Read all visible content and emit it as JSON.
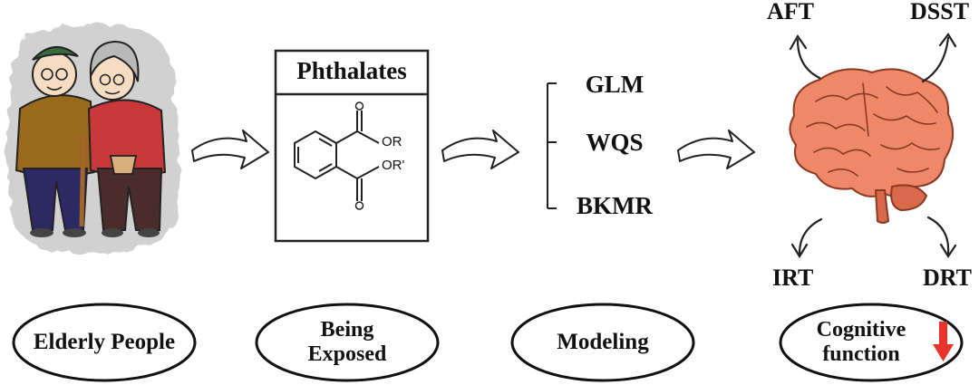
{
  "elderly": {
    "label": "Elderly People"
  },
  "exposure": {
    "box_title": "Phthalates",
    "substituent_1": "OR",
    "substituent_2": "OR'",
    "label_line1": "Being",
    "label_line2": "Exposed"
  },
  "modeling": {
    "models": [
      "GLM",
      "WQS",
      "BKMR"
    ],
    "label": "Modeling"
  },
  "cognition": {
    "tests": {
      "top_left": "AFT",
      "top_right": "DSST",
      "bottom_left": "IRT",
      "bottom_right": "DRT"
    },
    "label_line1": "Cognitive",
    "label_line2": "function",
    "trend_icon": "down-arrow-icon",
    "trend_color": "#e8322a"
  },
  "colors": {
    "brain": "#ef8868",
    "brain_shadow": "#d9694b",
    "cardigan": "#9a6a1c",
    "jacket": "#c8383a",
    "pants": "#2c2a63",
    "skirt": "#4a2c2a"
  }
}
